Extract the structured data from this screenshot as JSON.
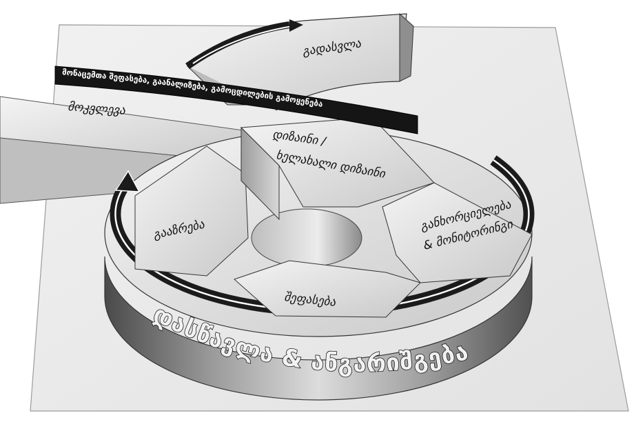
{
  "diagram": {
    "base_title": "დასწავლა & ანგარიშგება",
    "banner": "მონაცემთა შეფასება, გაანალიზება, გამოცდილების გამოყენება",
    "stages": {
      "transition": "გადასვლა",
      "shortening": "მოკვლევა",
      "design_line1": "დიზაინი /",
      "design_line2": "ხელახალი დიზაინი",
      "implementation_line1": "განხორციელება",
      "implementation_line2": "& მონიტორინგი",
      "evaluation": "შეფასება",
      "reflection": "გააზრება"
    }
  }
}
